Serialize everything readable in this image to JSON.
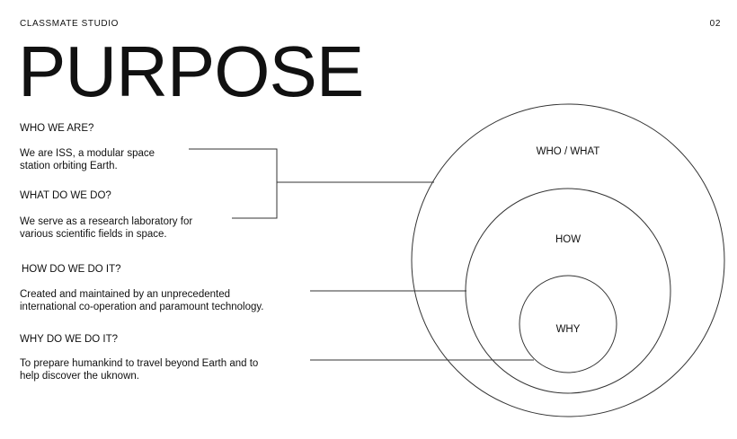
{
  "header": {
    "studio": "CLASSMATE STUDIO",
    "page_number": "02"
  },
  "title": "PURPOSE",
  "sections": [
    {
      "question": "WHO WE ARE?",
      "answer_lines": [
        "We are ISS, a modular space",
        "station orbiting Earth."
      ]
    },
    {
      "question": "WHAT DO WE DO?",
      "answer_lines": [
        "We serve as a research laboratory for",
        "various scientific fields in space."
      ]
    },
    {
      "question": "HOW DO WE DO IT?",
      "answer_lines": [
        "Created and maintained by  an unprecedented",
        "international co-operation and paramount technology."
      ]
    },
    {
      "question": "WHY DO WE DO IT?",
      "answer_lines": [
        "To prepare humankind to travel beyond Earth and to",
        "help discover the uknown."
      ]
    }
  ],
  "circles": {
    "outer_label": "WHO / WHAT",
    "middle_label": "HOW",
    "inner_label": "WHY"
  },
  "colors": {
    "line": "#333333",
    "text": "#111111",
    "background": "#ffffff"
  }
}
